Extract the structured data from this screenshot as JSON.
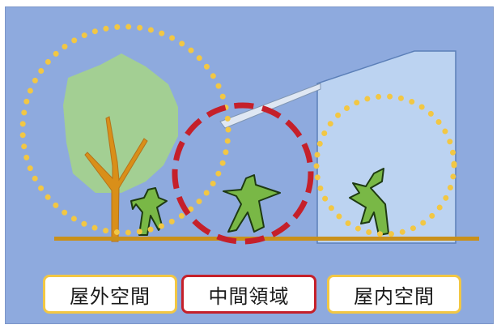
{
  "labels": {
    "outdoor": "屋外空間",
    "middle": "中間領域",
    "indoor": "屋内空間"
  },
  "colors": {
    "background": "#8eaade",
    "ground": "#c9901a",
    "foliage": "#a3cf93",
    "trunk": "#d98f19",
    "building": "#bcd3f1",
    "person": "#79b846",
    "outdoor_ring": "#f2c744",
    "middle_ring": "#c5202a",
    "indoor_ring": "#f2c744"
  },
  "icons": [
    "tree-icon",
    "person-icon",
    "building-icon"
  ]
}
